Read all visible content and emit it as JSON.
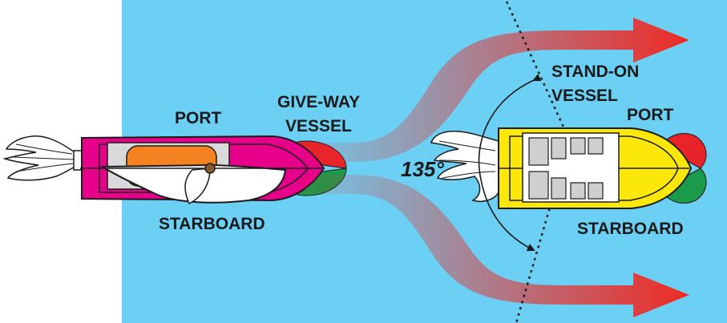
{
  "labels": {
    "give_way_port": "PORT",
    "give_way_line1": "GIVE-WAY",
    "give_way_line2": "VESSEL",
    "give_way_starboard": "STARBOARD",
    "stand_on_line1": "STAND-ON",
    "stand_on_line2": "VESSEL",
    "stand_on_port": "PORT",
    "stand_on_starboard": "STARBOARD",
    "angle": "135°"
  },
  "colors": {
    "water": "#6ccff4",
    "arrow": "#ee2a24",
    "give_way_hull": "#e6008a",
    "stand_on_hull": "#fbe80a",
    "port_light": "#e8242a",
    "starboard_light": "#1a9a4a",
    "cockpit": "#f58220",
    "outline": "#1a1a1a"
  },
  "icons": {
    "give_way_vessel": "sailboat-icon",
    "stand_on_vessel": "motorboat-icon",
    "give_way_wake": "wake-icon",
    "stand_on_wake": "wake-icon"
  }
}
